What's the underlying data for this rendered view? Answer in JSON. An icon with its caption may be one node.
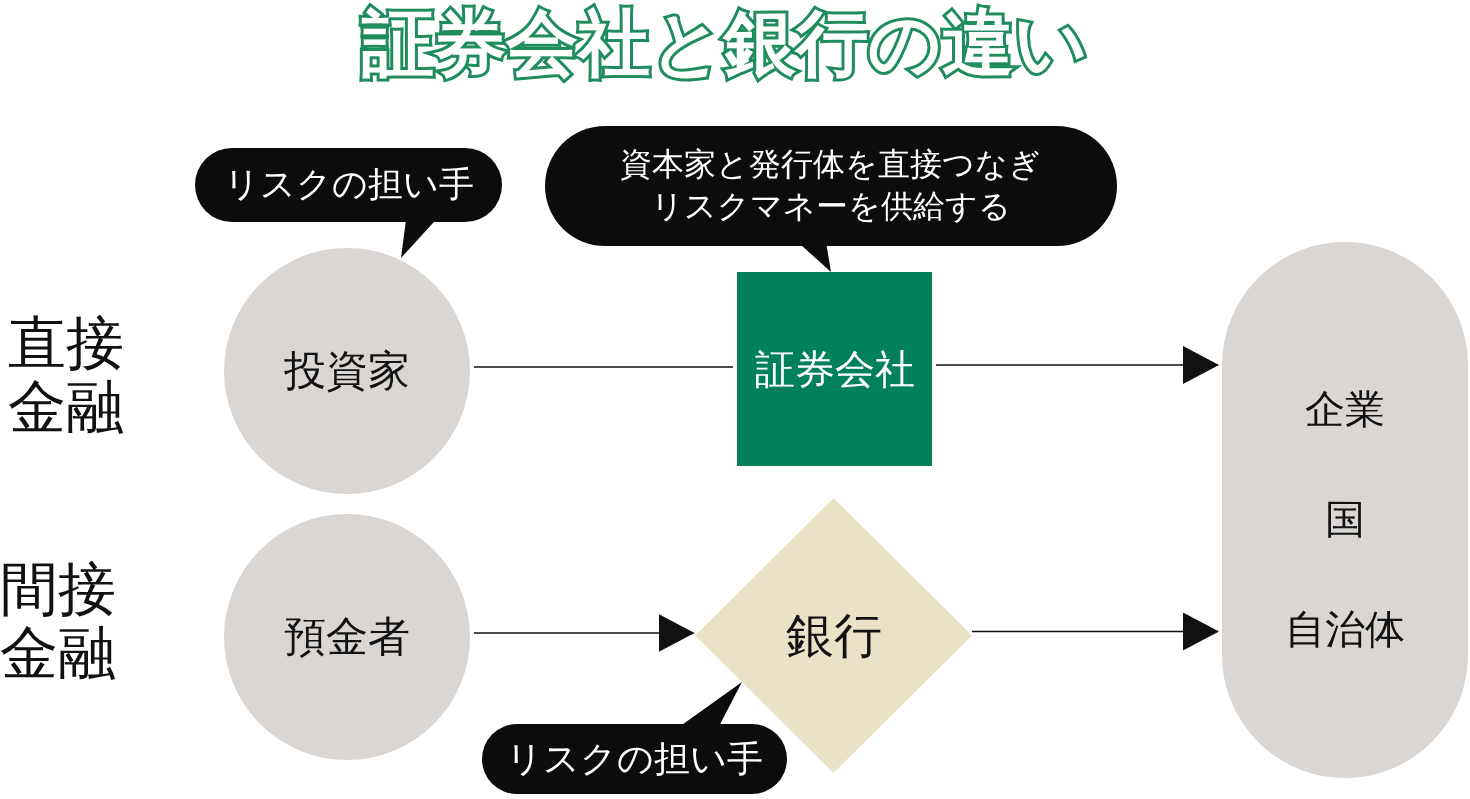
{
  "diagram": {
    "title": "証券会社と銀行の違い",
    "nodes": [
      {
        "text": [
          "リスクの担い手"
        ]
      },
      {
        "text": [
          "資本家と発行体を直接つなぎリスクマネーを供給する"
        ]
      },
      {
        "text": [
          "投資家"
        ]
      },
      {
        "text": [
          "証券会社"
        ]
      },
      {
        "text": [
          "企業",
          "国",
          "自治体"
        ]
      },
      {
        "text": [
          "預金者"
        ]
      },
      {
        "text": [
          "銀行"
        ]
      },
      {
        "text": [
          "リスクの担い手"
        ]
      }
    ],
    "edges": [
      {
        "from": 2,
        "to": 3,
        "arrow": "none"
      },
      {
        "from": 3,
        "to": 4,
        "arrow": "to"
      },
      {
        "from": 5,
        "to": 6,
        "arrow": "to"
      },
      {
        "from": 6,
        "to": 4,
        "arrow": "to"
      }
    ],
    "labels": [
      "直接金融",
      "間接金融"
    ]
  }
}
